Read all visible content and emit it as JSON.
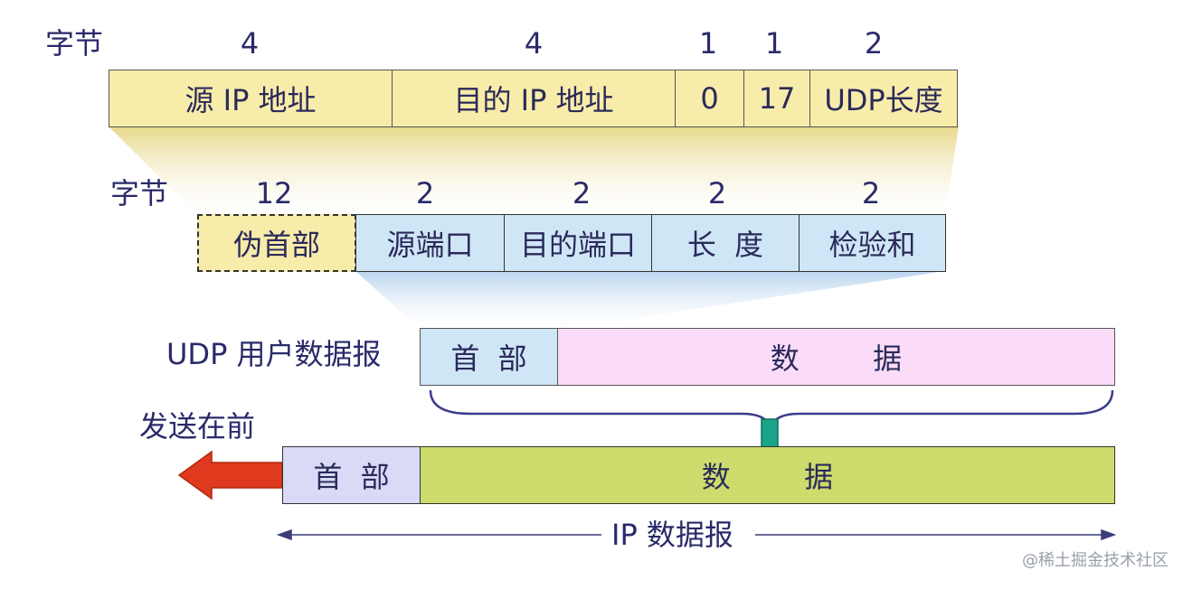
{
  "pseudo_header": {
    "bytes_label": "字节",
    "bytes": [
      "4",
      "4",
      "1",
      "1",
      "2"
    ],
    "fields": [
      "源 IP 地址",
      "目的 IP 地址",
      "0",
      "17",
      "UDP长度"
    ]
  },
  "udp_header": {
    "bytes_label": "字节",
    "bytes": [
      "12",
      "2",
      "2",
      "2",
      "2"
    ],
    "pseudo": "伪首部",
    "fields": [
      "源端口",
      "目的端口",
      "长  度",
      "检验和"
    ]
  },
  "udp_datagram": {
    "label": "UDP 用户数据报",
    "header": "首  部",
    "data": "数        据"
  },
  "ip_datagram": {
    "send_first": "发送在前",
    "header": "首  部",
    "data": "数        据",
    "label": "IP 数据报"
  },
  "watermark": "@稀土掘金技术社区",
  "colors": {
    "yellow": "#f8ecaa",
    "blue": "#cfe6f6",
    "pink": "#fbdcf8",
    "lavender": "#d8daf6",
    "green": "#cddc6c",
    "arrow_red": "#e03a1e",
    "arrow_teal": "#1aa58a",
    "text": "#2a2a6a"
  }
}
